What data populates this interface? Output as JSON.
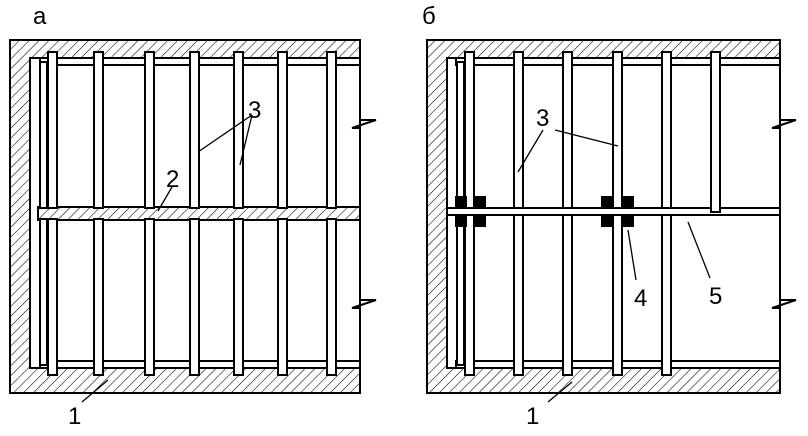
{
  "panels": [
    {
      "id": "a",
      "label": "а"
    },
    {
      "id": "b",
      "label": "б"
    }
  ],
  "callouts": {
    "a": {
      "c1": "1",
      "c2": "2",
      "c3": "3"
    },
    "b": {
      "c1": "1",
      "c3": "3",
      "c4": "4",
      "c5": "5"
    }
  }
}
